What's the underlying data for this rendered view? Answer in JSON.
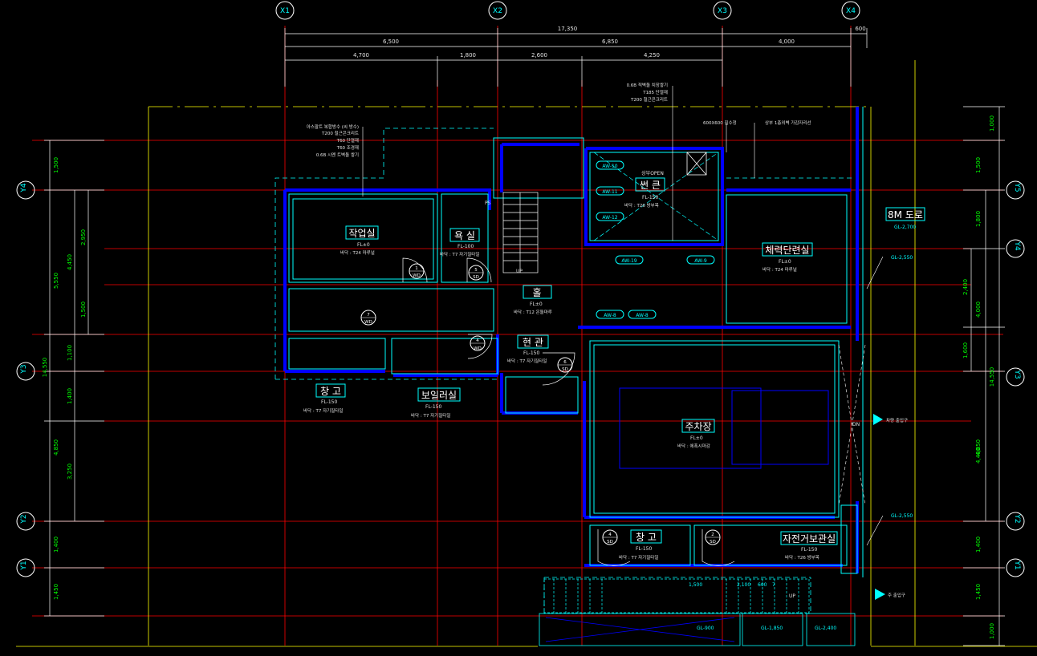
{
  "colors": {
    "background": "#000000",
    "gridline": "#ff0000",
    "wall_outer": "#00ffff",
    "wall_inner": "#0000ff",
    "dim_line": "#ffffff",
    "side_dim": "#00ff00",
    "site_line": "#ffff00"
  },
  "column_axes": [
    "X1",
    "X2",
    "X3",
    "X4"
  ],
  "row_axes_left": [
    "Y4",
    "Y3",
    "Y2",
    "Y1"
  ],
  "row_axes_right": [
    "Y5",
    "Y4",
    "Y3",
    "Y2",
    "Y1"
  ],
  "top_dims": {
    "overall": "17,350",
    "overhang": "600",
    "row1": [
      "6,500",
      "6,850",
      "4,000"
    ],
    "row2": [
      "4,700",
      "1,800",
      "2,600",
      "4,250"
    ]
  },
  "left_dims": {
    "overall": "14,550",
    "col1": [
      "1,500",
      "5,550",
      "1,100",
      "1,400",
      "4,850",
      "1,400",
      "1,450"
    ],
    "col2": [
      "4,450",
      "3,250"
    ],
    "col3": [
      "2,950",
      "1,500"
    ]
  },
  "right_dims": {
    "overall": "14,550",
    "col1": [
      "1,000",
      "1,500",
      "1,800",
      "4,850",
      "1,400",
      "1,450",
      "1,000"
    ],
    "col2": [
      "4,000",
      "4,400"
    ],
    "col3": [
      "2,400",
      "1,600"
    ]
  },
  "notes": {
    "roof_stack": [
      "아스팔트 복합방수 (씨 방수)",
      "T200 철근콘크리트",
      "T60 단열재",
      "T60 조경재",
      "0.6B 시멘 트벽돌 쌓기"
    ],
    "opening_stack": [
      "0.6B 적벽돌 치장쌓기",
      "T185 단열재",
      "T200 철근콘크리트"
    ],
    "drain": "600X600 집수정",
    "upper_line": "상부 1층외벽 가감자리선",
    "main_entrance": "주 출입구",
    "car_entrance": "차량 출입구"
  },
  "rooms": [
    {
      "name": "작업실",
      "level": "FL±0",
      "finish": "바닥 : T24 마루널"
    },
    {
      "name": "욕 실",
      "level": "FL-100",
      "finish": "바닥 : T7 자기질타일"
    },
    {
      "name": "썬 큰",
      "level": "FL-150",
      "finish": "바닥 : T26 방부목"
    },
    {
      "name": "홀",
      "level": "FL±0",
      "finish": "바닥 : T12 온돌마루"
    },
    {
      "name": "체력단련실",
      "level": "FL±0",
      "finish": "바닥 : T24 마루널"
    },
    {
      "name": "현 관",
      "level": "FL-150",
      "finish": "바닥 : T7 자기질타일"
    },
    {
      "name": "창 고",
      "level": "FL-150",
      "finish": "바닥 : T7 자기질타일"
    },
    {
      "name": "보일러실",
      "level": "FL-150",
      "finish": "바닥 : T7 자기질타일"
    },
    {
      "name": "주차장",
      "level": "FL±0",
      "finish": "바닥 : 에폭시마감"
    },
    {
      "name": "창 고",
      "level": "FL-150",
      "finish": "바닥 : T7 자기질타일"
    },
    {
      "name": "자전거보관실",
      "level": "FL-150",
      "finish": "바닥 : T26 방부목"
    }
  ],
  "road": {
    "name": "8M 도로",
    "level": "GL-2,700"
  },
  "ground_levels": [
    "GL-2,550",
    "GL-2,550",
    "GL-900",
    "GL-1,850",
    "GL-2,400"
  ],
  "doors": [
    {
      "num": "1",
      "type": "WD"
    },
    {
      "num": "5",
      "type": "SD"
    },
    {
      "num": "7",
      "type": "WD"
    },
    {
      "num": "4",
      "type": "WD"
    },
    {
      "num": "6",
      "type": "SD"
    },
    {
      "num": "4",
      "type": "SD"
    },
    {
      "num": "2",
      "type": "SD"
    }
  ],
  "windows": [
    "AW-10",
    "AW-11",
    "AW-12",
    "AW-19",
    "AW-9",
    "AW-8",
    "AW-8"
  ],
  "misc": {
    "sunken_open": "상부OPEN",
    "stair_up": "UP",
    "stair_down": "DN",
    "ps": "PS",
    "bottom_dims": [
      "1,500",
      "2,100",
      "600",
      "7"
    ]
  }
}
